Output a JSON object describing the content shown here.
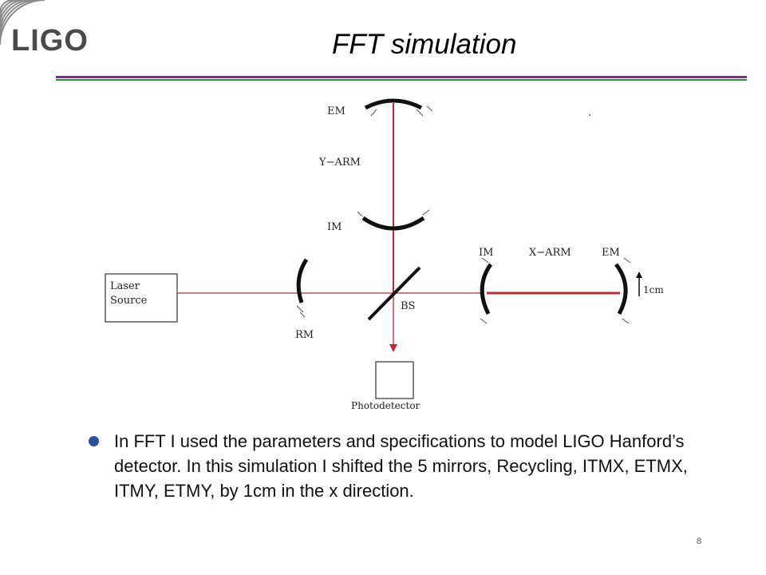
{
  "header": {
    "logo_text": "LIGO",
    "title": "FFT simulation"
  },
  "diagram": {
    "labels": {
      "em_y": "EM",
      "y_arm": "Y−ARM",
      "im_y": "IM",
      "laser_line1": "Laser",
      "laser_line2": "Source",
      "rm": "RM",
      "bs": "BS",
      "im_x": "IM",
      "x_arm": "X−ARM",
      "em_x": "EM",
      "shift": "1cm",
      "photodetector": "Photodetector"
    },
    "colors": {
      "beam": "#c1272d",
      "mirror": "#111111"
    }
  },
  "bullet": {
    "text": "In FFT I used the parameters and specifications to model LIGO Hanford’s detector. In this simulation I shifted the 5 mirrors, Recycling, ITMX, ETMX, ITMY, ETMY, by 1cm in the x direction."
  },
  "footer": {
    "page_number": "8"
  }
}
